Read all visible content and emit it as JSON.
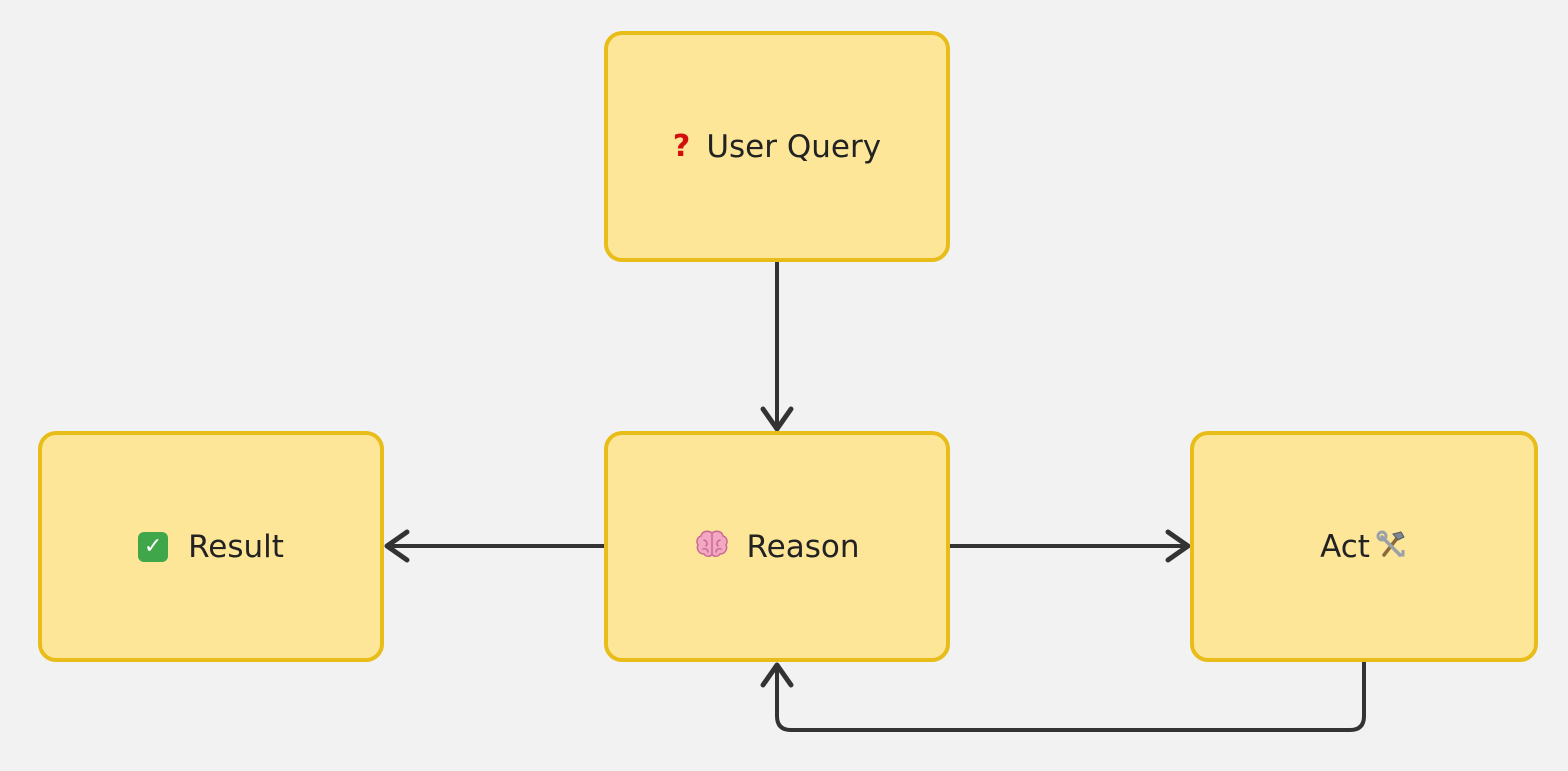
{
  "diagram": {
    "nodes": {
      "user_query": {
        "label": "User Query",
        "icon": "question-mark-icon"
      },
      "reason": {
        "label": "Reason",
        "icon": "brain-icon"
      },
      "result": {
        "label": "Result",
        "icon": "check-mark-icon"
      },
      "act": {
        "label": "Act",
        "icon": "hammer-wrench-icon"
      }
    },
    "edges": [
      {
        "from": "user_query",
        "to": "reason"
      },
      {
        "from": "reason",
        "to": "result"
      },
      {
        "from": "reason",
        "to": "act"
      },
      {
        "from": "act",
        "to": "reason"
      }
    ],
    "colors": {
      "background": "#f2f2f2",
      "node_fill": "#fde698",
      "node_border": "#e8bd1a",
      "edge": "#333333",
      "question_icon": "#d40d0d",
      "check_icon": "#3fa64a"
    }
  }
}
